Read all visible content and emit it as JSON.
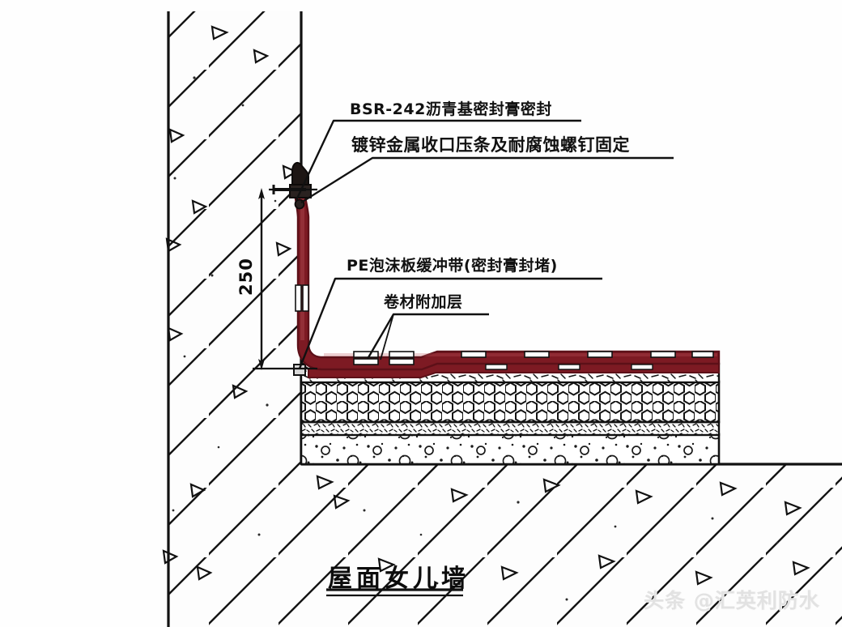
{
  "drawing": {
    "title": "屋面女儿墙",
    "dimension": {
      "value": "250",
      "unit_implied": "mm"
    },
    "callouts": [
      {
        "id": "sealant",
        "text": "BSR-242沥青基密封膏密封"
      },
      {
        "id": "batten",
        "text": "镀锌金属收口压条及耐腐蚀螺钉固定"
      },
      {
        "id": "pe-foam",
        "text": "PE泡沫板缓冲带(密封膏封堵)"
      },
      {
        "id": "extra-ply",
        "text": "卷材附加层"
      }
    ],
    "colors": {
      "membrane": "#7d1a23",
      "membrane_dark": "#5d1018",
      "line": "#111111",
      "paper": "#fefefe",
      "watermark": "#e2e2e2"
    },
    "layers": [
      {
        "id": "membrane",
        "name": "waterproof-membrane"
      },
      {
        "id": "screed",
        "name": "mortar-screed-speckled"
      },
      {
        "id": "insulation",
        "name": "insulation-board-honeycomb"
      },
      {
        "id": "leveling",
        "name": "leveling-course"
      },
      {
        "id": "deck",
        "name": "concrete-roof-deck"
      },
      {
        "id": "wall",
        "name": "parapet-wall-concrete-hatch"
      }
    ]
  },
  "watermark": {
    "text": "头条 @汇英利防水"
  }
}
